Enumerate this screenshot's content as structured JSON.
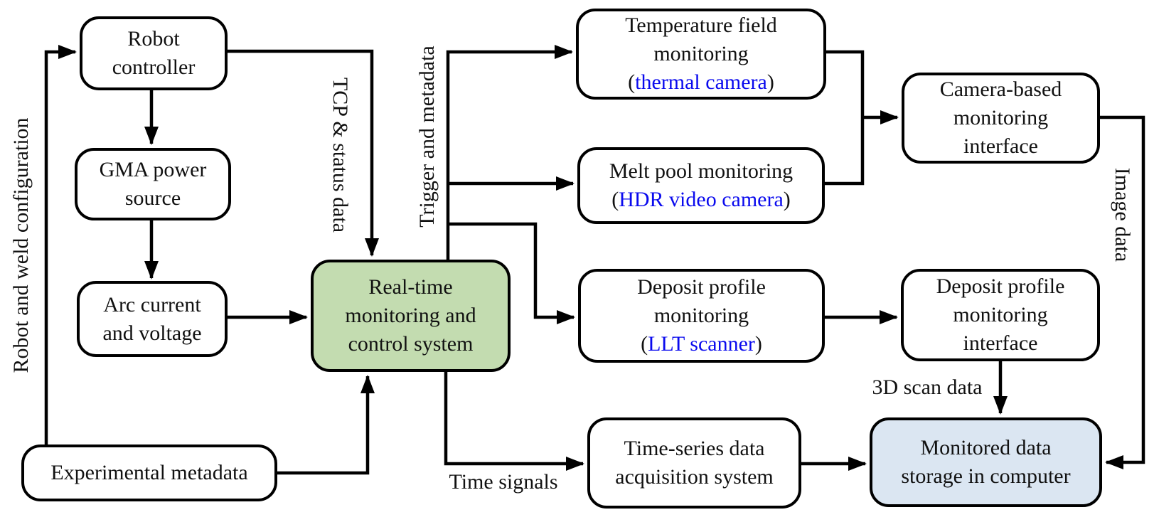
{
  "colors": {
    "line": "#000000",
    "realtime_box_green": "#c3dcb0",
    "storage_box_blue": "#dbe6f2",
    "device_text_blue": "#0a0aee"
  },
  "nodes": {
    "robot_controller": {
      "lines": [
        "Robot",
        "controller"
      ]
    },
    "gma_power": {
      "lines": [
        "GMA power",
        "source"
      ]
    },
    "arc_current": {
      "lines": [
        "Arc current",
        "and voltage"
      ]
    },
    "experimental_metadata": {
      "lines": [
        "Experimental metadata"
      ]
    },
    "rtmcs": {
      "lines": [
        "Real-time",
        "monitoring and",
        "control system"
      ]
    },
    "temp_monitoring": {
      "lines": [
        "Temperature field",
        "monitoring"
      ],
      "paren_open": "(",
      "device": "thermal camera",
      "paren_close": ")"
    },
    "melt_pool": {
      "lines": [
        "Melt pool monitoring"
      ],
      "paren_open": "(",
      "device": "HDR video camera",
      "paren_close": ")"
    },
    "deposit_monitoring": {
      "lines": [
        "Deposit profile",
        "monitoring"
      ],
      "paren_open": "(",
      "device": "LLT scanner",
      "paren_close": ")"
    },
    "camera_interface": {
      "lines": [
        "Camera-based",
        "monitoring",
        "interface"
      ]
    },
    "deposit_interface": {
      "lines": [
        "Deposit profile",
        "monitoring",
        "interface"
      ]
    },
    "time_series": {
      "lines": [
        "Time-series data",
        "acquisition system"
      ]
    },
    "monitored_storage": {
      "lines": [
        "Monitored data",
        "storage in computer"
      ]
    }
  },
  "edge_labels": {
    "robot_weld_config": "Robot and weld configuration",
    "tcp_status": "TCP & status data",
    "trigger_metadata": "Trigger and metadata",
    "image_data": "Image data",
    "scan_data_3d": "3D scan data",
    "time_signals": "Time signals"
  }
}
